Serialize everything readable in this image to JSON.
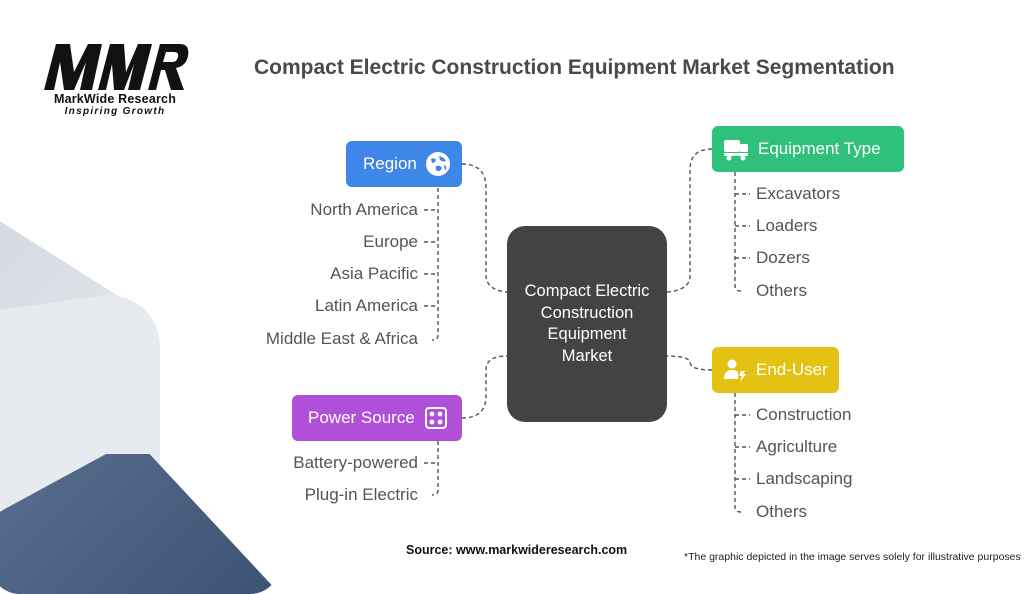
{
  "logo": {
    "name": "MarkWide Research",
    "tagline": "Inspiring Growth"
  },
  "title": "Compact Electric Construction Equipment Market Segmentation",
  "center": {
    "label": "Compact Electric Construction Equipment Market"
  },
  "segments": {
    "region": {
      "label": "Region",
      "icon": "globe-icon",
      "color": "#3e86e8",
      "items": [
        "North America",
        "Europe",
        "Asia Pacific",
        "Latin America",
        "Middle East & Africa"
      ]
    },
    "power_source": {
      "label": "Power Source",
      "icon": "battery-icon",
      "color": "#b050d8",
      "items": [
        "Battery-powered",
        "Plug-in Electric"
      ]
    },
    "equipment_type": {
      "label": "Equipment Type",
      "icon": "truck-icon",
      "color": "#2fc07c",
      "items": [
        "Excavators",
        "Loaders",
        "Dozers",
        "Others"
      ]
    },
    "end_user": {
      "label": "End-User",
      "icon": "user-icon",
      "color": "#e3c214",
      "items": [
        "Construction",
        "Agriculture",
        "Landscaping",
        "Others"
      ]
    }
  },
  "footer": {
    "source": "Source: www.markwideresearch.com",
    "disclaimer": "*The graphic depicted in the image serves solely for illustrative purposes"
  }
}
